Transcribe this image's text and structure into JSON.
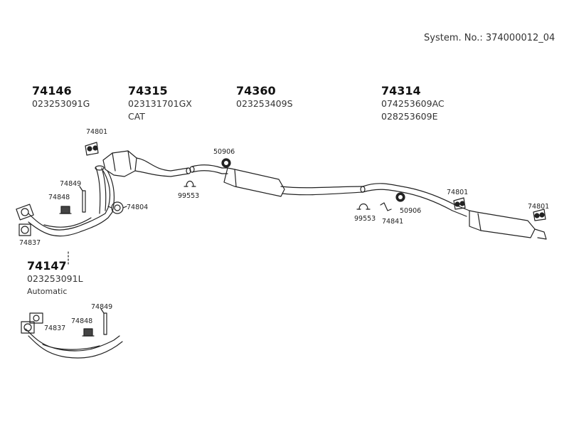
{
  "system_no": "System. No.: 374000012_04",
  "groups": {
    "g74146": {
      "part": "74146",
      "codes": [
        "023253091G"
      ]
    },
    "g74315": {
      "part": "74315",
      "codes": [
        "023131701GX"
      ],
      "note": "CAT"
    },
    "g74360": {
      "part": "74360",
      "codes": [
        "023253409S"
      ]
    },
    "g74314": {
      "part": "74314",
      "codes": [
        "074253609AC",
        "028253609E"
      ]
    },
    "g74147": {
      "part": "74147",
      "codes": [
        "023253091L"
      ],
      "note": "Automatic"
    }
  },
  "labels": {
    "l74801_a": "74801",
    "l74849_a": "74849",
    "l74848_a": "74848",
    "l74804": "74804",
    "l74837_a": "74837",
    "l99553_a": "99553",
    "l50906_a": "50906",
    "l99553_b": "99553",
    "l74841": "74841",
    "l50906_b": "50906",
    "l74801_b": "74801",
    "l74801_c": "74801",
    "l74849_b": "74849",
    "l74848_b": "74848",
    "l74837_b": "74837"
  }
}
